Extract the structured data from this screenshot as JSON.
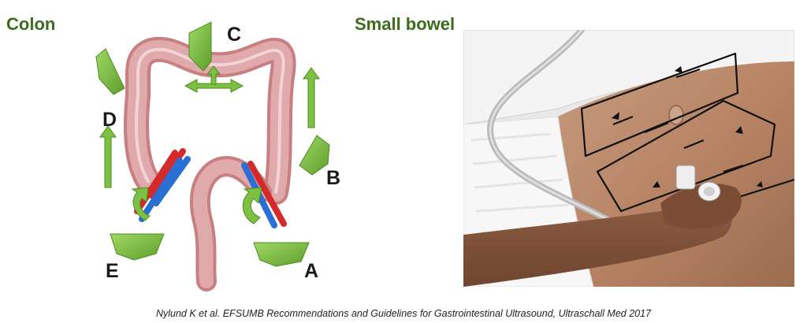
{
  "headings": {
    "colon": "Colon",
    "small_bowel": "Small bowel"
  },
  "probe_positions": {
    "A": "A",
    "B": "B",
    "C": "C",
    "D": "D",
    "E": "E"
  },
  "citation": "Nylund K et al. EFSUMB Recommendations and Guidelines for Gastrointestinal Ultrasound, Ultraschall Med 2017",
  "colors": {
    "heading": "#3d6b1e",
    "probe": "#7cc142",
    "artery": "#d42a2a",
    "vein": "#2a6fd4",
    "colon": "#d9999a",
    "scan_path": "#111111"
  }
}
